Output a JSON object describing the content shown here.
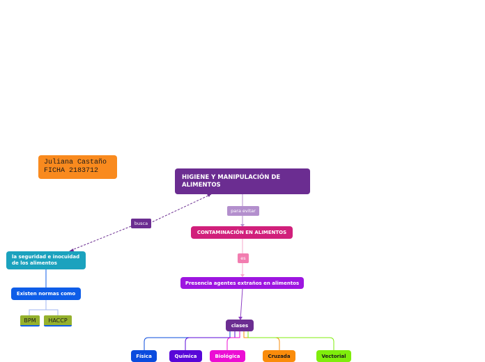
{
  "author": {
    "name": "Juliana Castaño",
    "ficha": "FICHA 2183712"
  },
  "main_topic": "HIGIENE Y MANIPULACIÓN DE ALIMENTOS",
  "link_para_evitar": "para evitar",
  "contaminacion": "CONTAMINACIÓN EN ALIMENTOS",
  "link_es": "es",
  "presencia": "Presencia agentes extraños en alimentos",
  "clases": "clases",
  "link_busca": "busca",
  "seguridad": "la seguridad e inocuidad de los alimentos",
  "normas": "Existen normas como",
  "bpm": "BPM",
  "haccp": "HACCP",
  "types": [
    "Física",
    "Química",
    "Biológica",
    "Cruzada",
    "Vectorial"
  ],
  "colors": {
    "orange": "#f98a1e",
    "purple_dark": "#6b2d91",
    "lavender": "#b38fcd",
    "magenta": "#d1207b",
    "pink": "#f27db0",
    "violet": "#9d16e0",
    "teal": "#1ba2be",
    "blue": "#0e5de8",
    "olive": "#95b12e",
    "fisica": "#0a4bde",
    "quimica": "#5807d8",
    "biologica": "#ec0ed4",
    "cruzada": "#fa8c0b",
    "vectorial": "#7fed0c"
  }
}
